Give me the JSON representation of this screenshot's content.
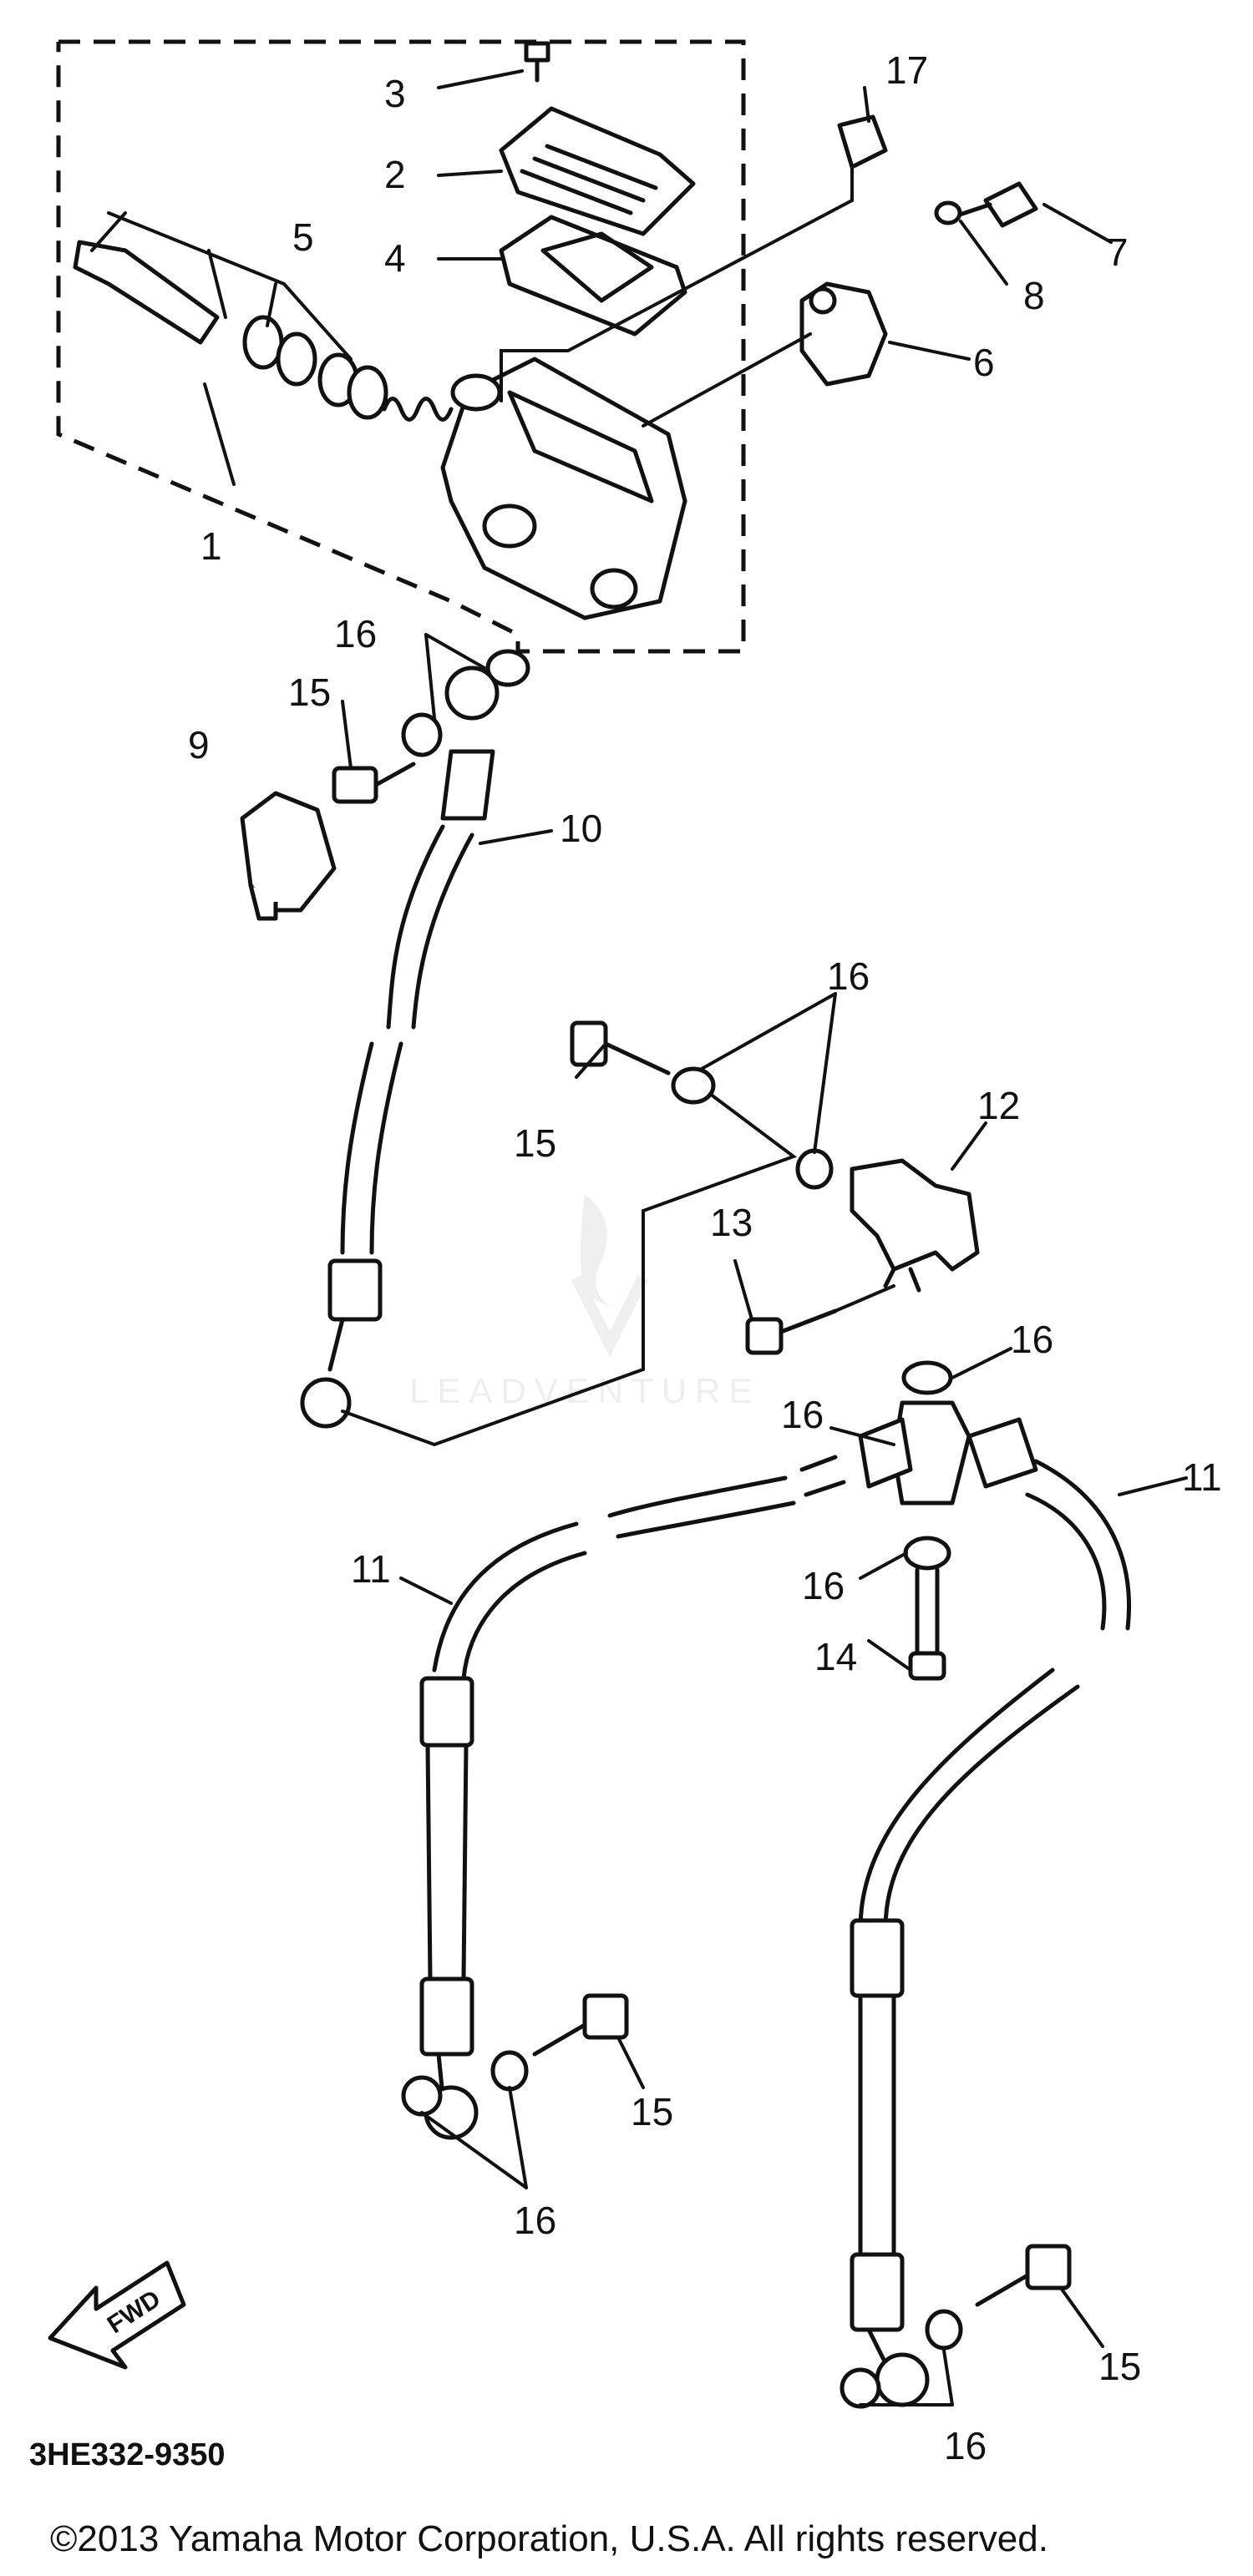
{
  "diagram": {
    "callouts": {
      "c1": "1",
      "c2": "2",
      "c3": "3",
      "c4": "4",
      "c5": "5",
      "c6": "6",
      "c7": "7",
      "c8": "8",
      "c9": "9",
      "c10": "10",
      "c11a": "11",
      "c11b": "11",
      "c12": "12",
      "c13": "13",
      "c14": "14",
      "c15a": "15",
      "c15b": "15",
      "c15c": "15",
      "c15d": "15",
      "c16a": "16",
      "c16b": "16",
      "c16c": "16",
      "c16d": "16",
      "c16e": "16",
      "c16f": "16",
      "c16g": "16",
      "c17": "17"
    },
    "watermark": "LEADVENTURE",
    "direction_arrow": "FWD",
    "reference_code": "3HE332-9350",
    "copyright": "©2013 Yamaha Motor Corporation, U.S.A. All rights reserved."
  }
}
